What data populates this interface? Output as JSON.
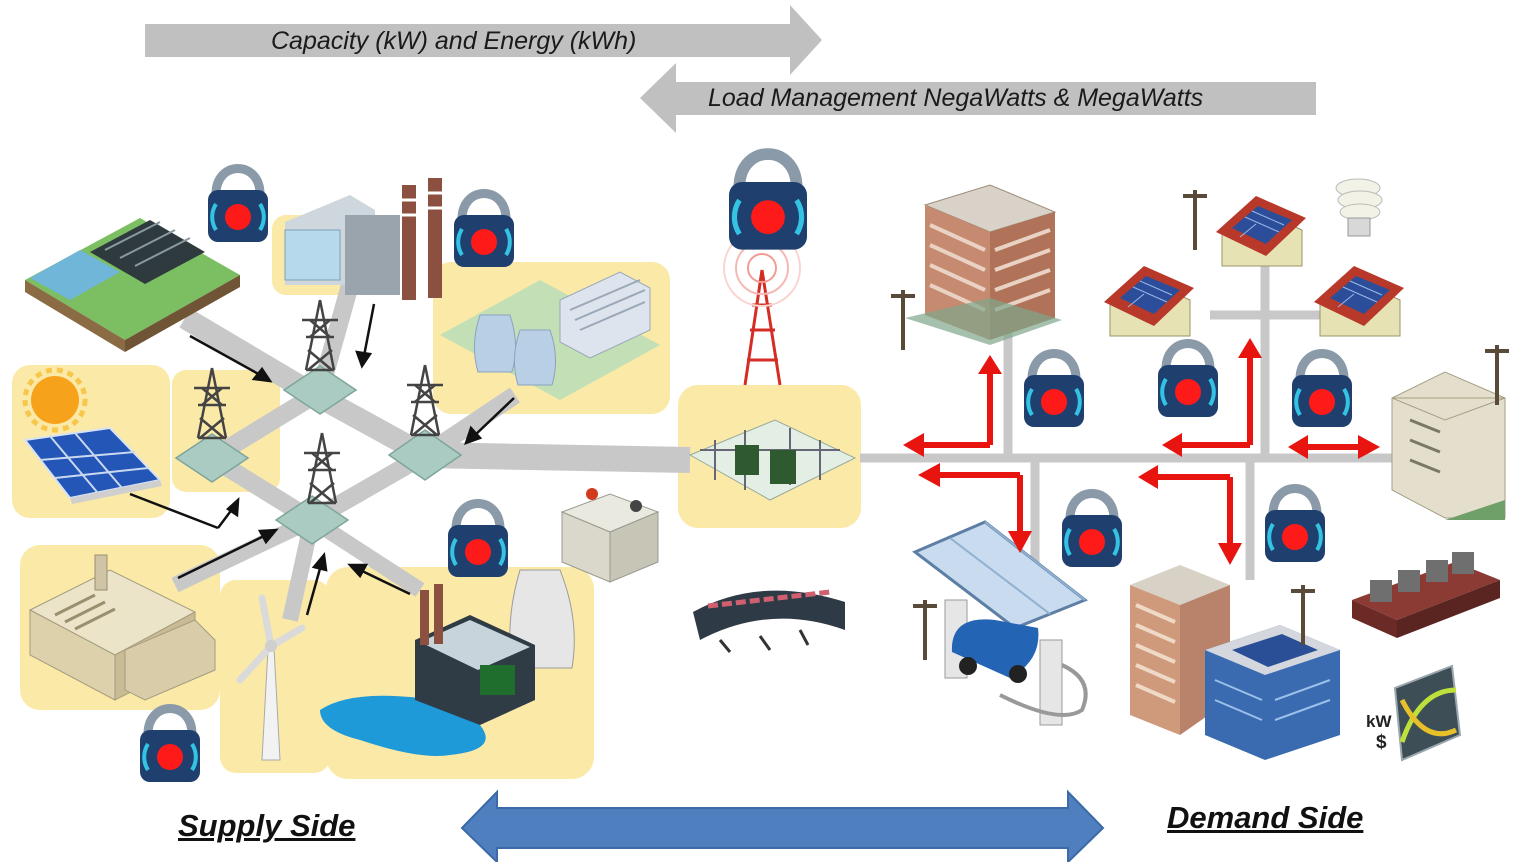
{
  "header_arrows": {
    "supply_to_demand": "Capacity (kW) and Energy (kWh)",
    "demand_to_supply": "Load Management NegaWatts & MegaWatts"
  },
  "sides": {
    "supply": "Supply Side",
    "demand": "Demand Side"
  },
  "price_icon": {
    "top": "kW",
    "bottom": "$"
  },
  "colors": {
    "header_arrow": "#c0c0c0",
    "side_arrow": "#4f7fbf",
    "flow_arrow": "#e8140f",
    "highlight": "#fbe9a8",
    "lock": "#1f3f6e",
    "lock_dot": "#ff1a1a"
  }
}
